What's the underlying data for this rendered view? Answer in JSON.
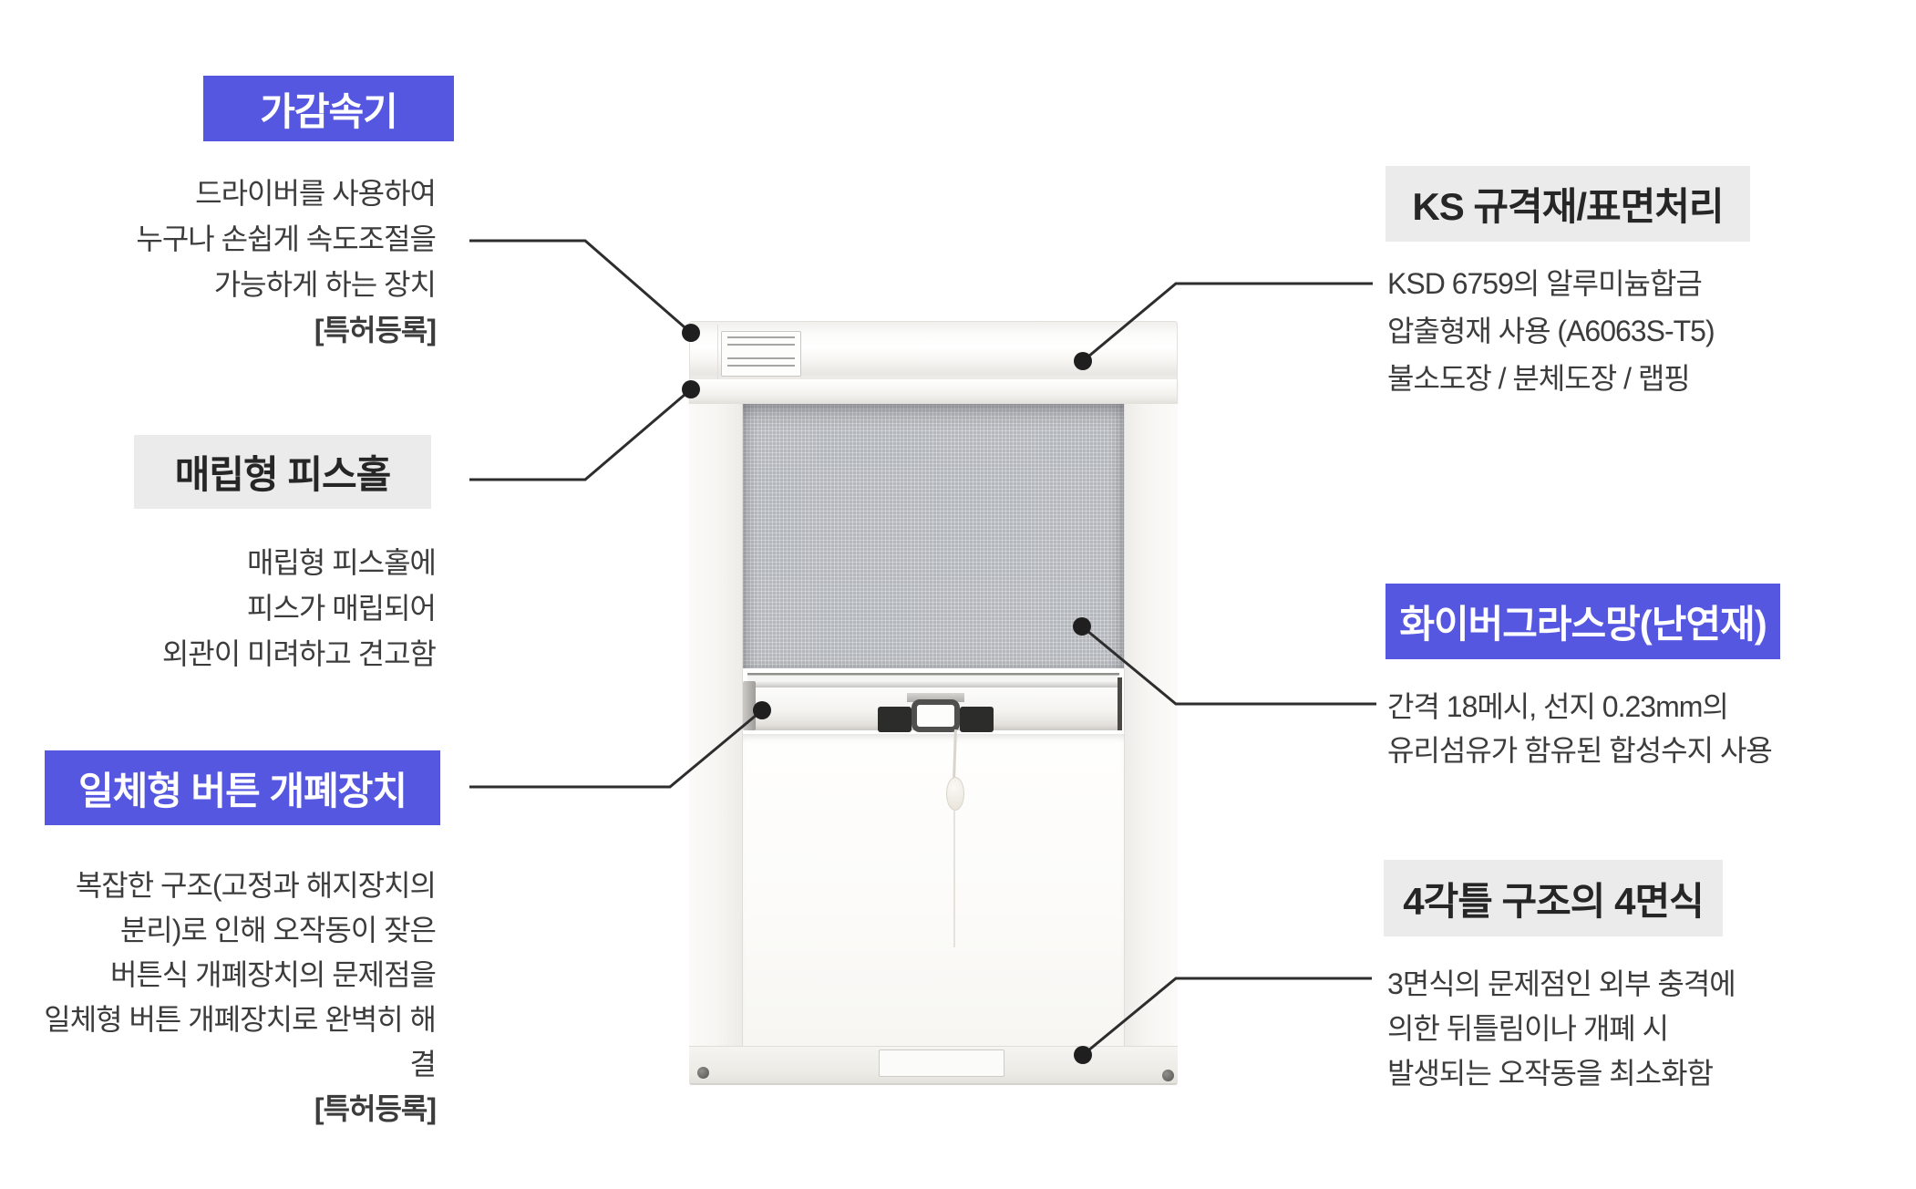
{
  "colors": {
    "accent_blue": "#5557E1",
    "badge_gray": "#EBEBEB",
    "body_text": "#3C3C3C",
    "callout_line": "#2D2D2D"
  },
  "callouts": {
    "left": [
      {
        "badge": "가감속기",
        "style": "blue",
        "lines": [
          "드라이버를 사용하여",
          "누구나 손쉽게 속도조절을",
          "가능하게 하는 장치",
          "[특허등록]"
        ]
      },
      {
        "badge": "매립형 피스홀",
        "style": "gray",
        "lines": [
          "매립형 피스홀에",
          "피스가 매립되어",
          "외관이 미려하고 견고함"
        ]
      },
      {
        "badge": "일체형 버튼 개폐장치",
        "style": "blue",
        "lines": [
          "복잡한 구조(고정과 해지장치의",
          "분리)로 인해 오작동이 잦은",
          "버튼식 개폐장치의 문제점을",
          "일체형 버튼 개폐장치로 완벽히 해결",
          "[특허등록]"
        ]
      }
    ],
    "right": [
      {
        "badge": "KS 규격재/표면처리",
        "style": "gray",
        "lines": [
          "KSD 6759의 알루미늄합금",
          "압출형재 사용 (A6063S-T5)",
          "불소도장 / 분체도장 / 랩핑"
        ]
      },
      {
        "badge": "화이버그라스망(난연재)",
        "style": "blue",
        "lines": [
          "간격 18메시, 선지 0.23mm의",
          "유리섬유가 함유된 합성수지 사용"
        ]
      },
      {
        "badge": "4각틀 구조의 4면식",
        "style": "gray",
        "lines": [
          "3면식의 문제점인 외부 충격에",
          "의한 뒤틀림이나 개폐 시",
          "발생되는 오작동을 최소화함"
        ]
      }
    ]
  }
}
